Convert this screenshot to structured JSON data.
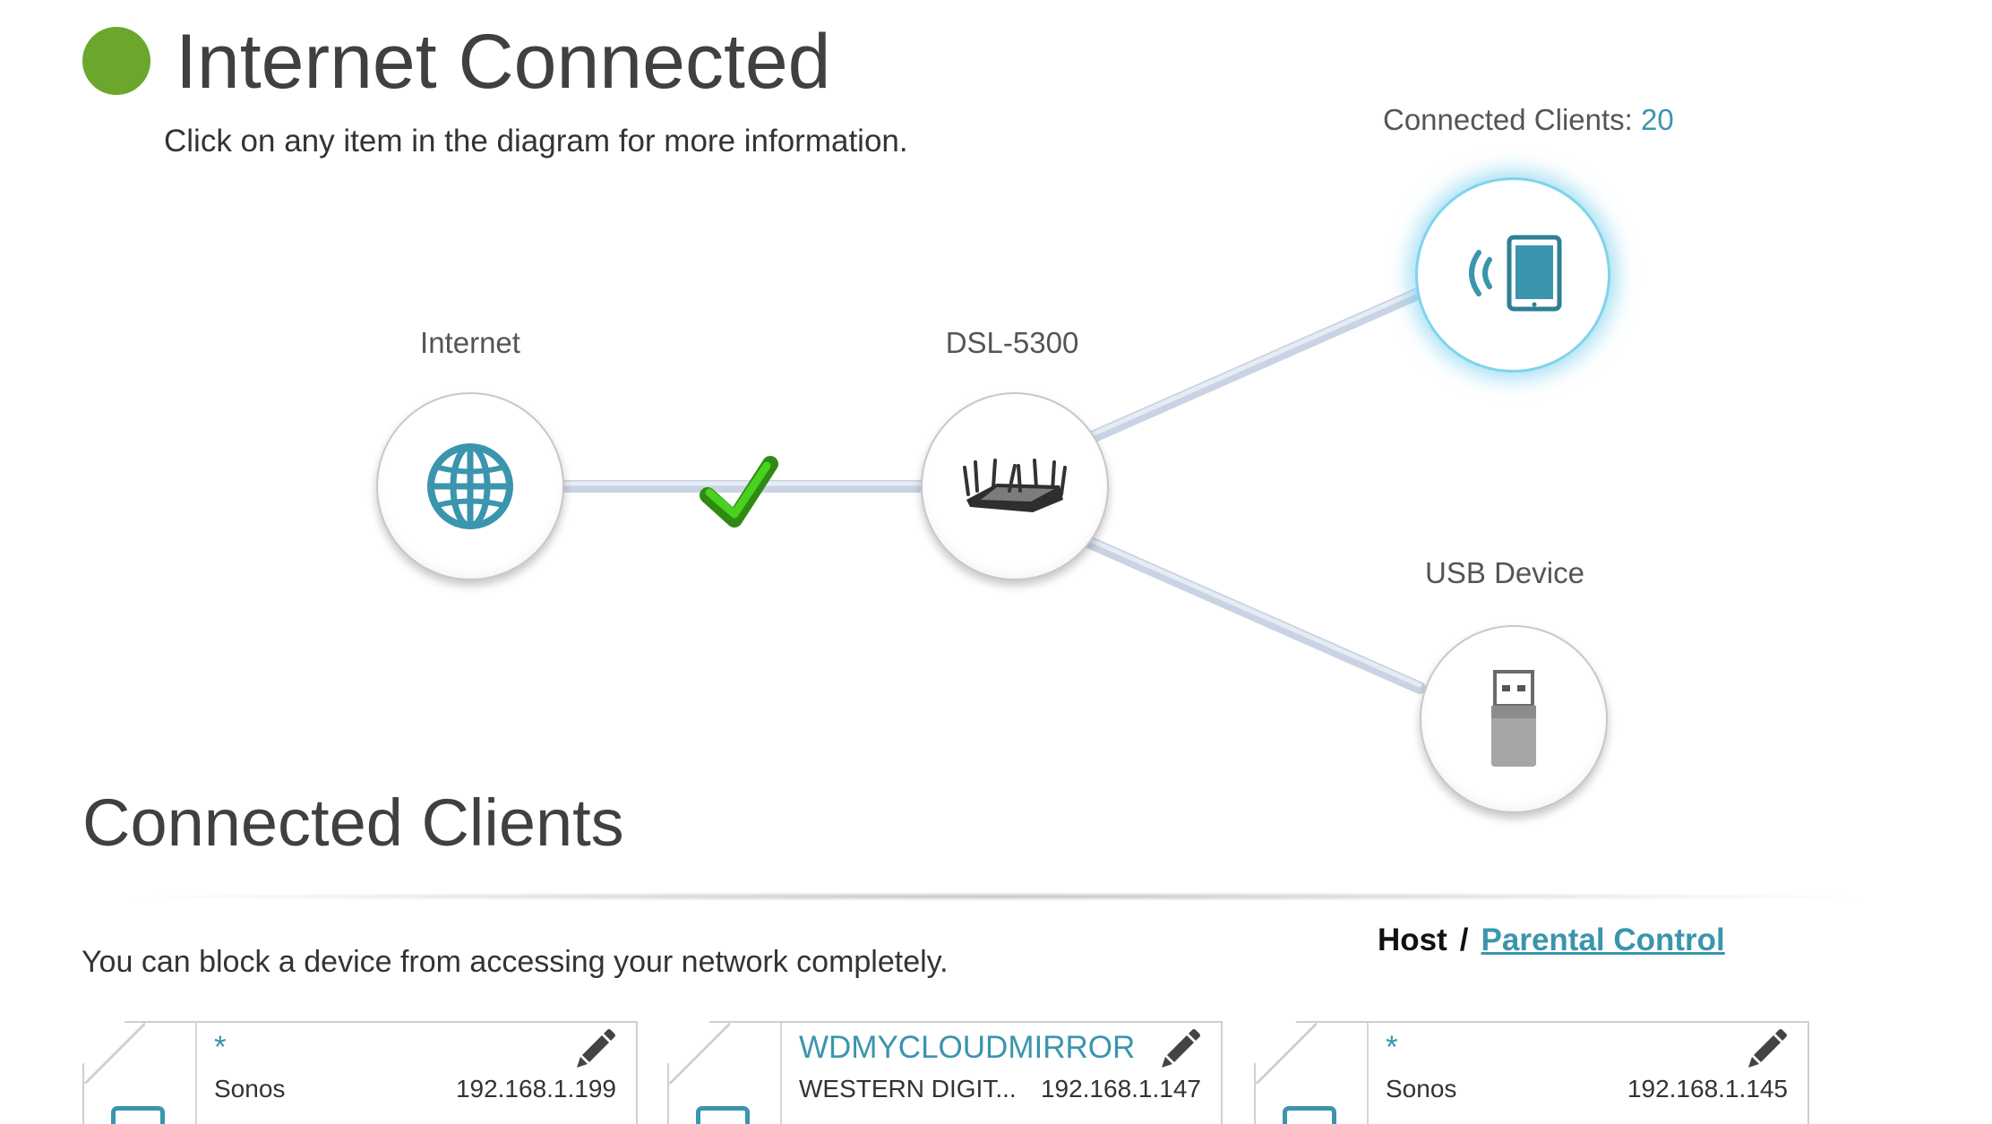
{
  "status": {
    "title": "Internet Connected",
    "instruction": "Click on any item in the diagram for more information.",
    "indicator_color": "#6aa72c"
  },
  "diagram": {
    "internet_label": "Internet",
    "router_label": "DSL-5300",
    "clients_label_prefix": "Connected Clients: ",
    "clients_count": "20",
    "usb_label": "USB Device",
    "link_status": "connected",
    "icons": {
      "internet": "globe-icon",
      "router": "router-icon",
      "clients": "wireless-tablet-icon",
      "usb": "usb-drive-icon",
      "link": "checkmark-icon"
    },
    "accent_color": "#3a95ad"
  },
  "clients_section": {
    "title": "Connected Clients",
    "hint": "You can block a device from accessing your network completely.",
    "view_host": "Host",
    "view_separator": "/",
    "view_parental": "Parental Control",
    "clients": [
      {
        "name": "*",
        "vendor": "Sonos",
        "ip": "192.168.1.199"
      },
      {
        "name": "WDMYCLOUDMIRROR",
        "vendor": "WESTERN DIGIT...",
        "ip": "192.168.1.147"
      },
      {
        "name": "*",
        "vendor": "Sonos",
        "ip": "192.168.1.145"
      }
    ]
  }
}
